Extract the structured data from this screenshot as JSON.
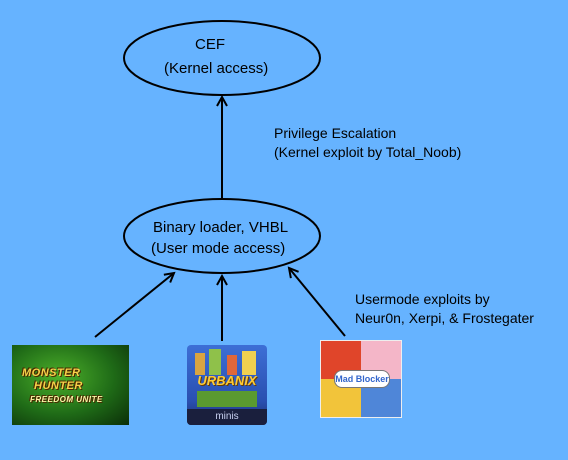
{
  "nodes": {
    "cef": {
      "line1": "CEF",
      "line2": "(Kernel access)"
    },
    "loader": {
      "line1": "Binary loader, VHBL",
      "line2": "(User mode access)"
    }
  },
  "edges": {
    "privilege": {
      "line1": "Privilege Escalation",
      "line2": "(Kernel exploit by Total_Noob)"
    },
    "usermode": {
      "line1": "Usermode exploits by",
      "line2": "Neur0n, Xerpi, & Frostegater"
    }
  },
  "games": {
    "monster_hunter": {
      "logo_line1": "MONSTER",
      "logo_line2": "HUNTER",
      "logo_line3": "FREEDOM UNITE"
    },
    "urbanix": {
      "title": "URBANIX",
      "footer": "minis"
    },
    "blocker": {
      "title": "Mad Blocker"
    }
  },
  "colors": {
    "background": "#66b3ff",
    "stroke": "#000000"
  }
}
